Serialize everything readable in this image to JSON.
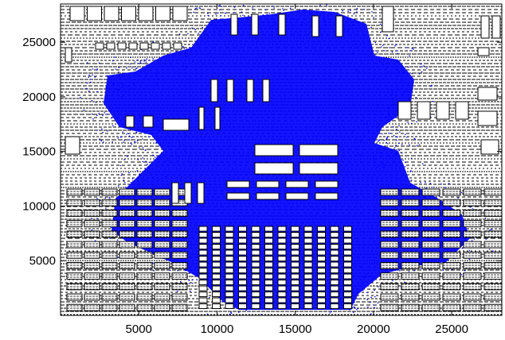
{
  "chart_data": {
    "type": "scatter",
    "title": "",
    "xlabel": "",
    "ylabel": "",
    "xlim": [
      0,
      28200
    ],
    "ylim": [
      0,
      28500
    ],
    "x_ticks": [
      5000,
      10000,
      15000,
      20000,
      25000
    ],
    "y_ticks": [
      5000,
      10000,
      15000,
      20000,
      25000
    ],
    "x_tick_labels": [
      "5000",
      "10000",
      "15000",
      "20000",
      "25000"
    ],
    "y_tick_labels": [
      "5000",
      "10000",
      "15000",
      "20000",
      "25000"
    ],
    "grid": false,
    "legend": "none",
    "series": [
      {
        "marker": "point",
        "color": "#0000ff",
        "regions": [
          {
            "x": [
              3000,
              24000
            ],
            "y": [
              8000,
              20500
            ]
          },
          {
            "x": [
              6500,
              20500
            ],
            "y": [
              1000,
              27800
            ]
          }
        ]
      }
    ],
    "layout_outlines": {
      "color": "#000000",
      "style": "dense rectangular cell outlines"
    }
  }
}
